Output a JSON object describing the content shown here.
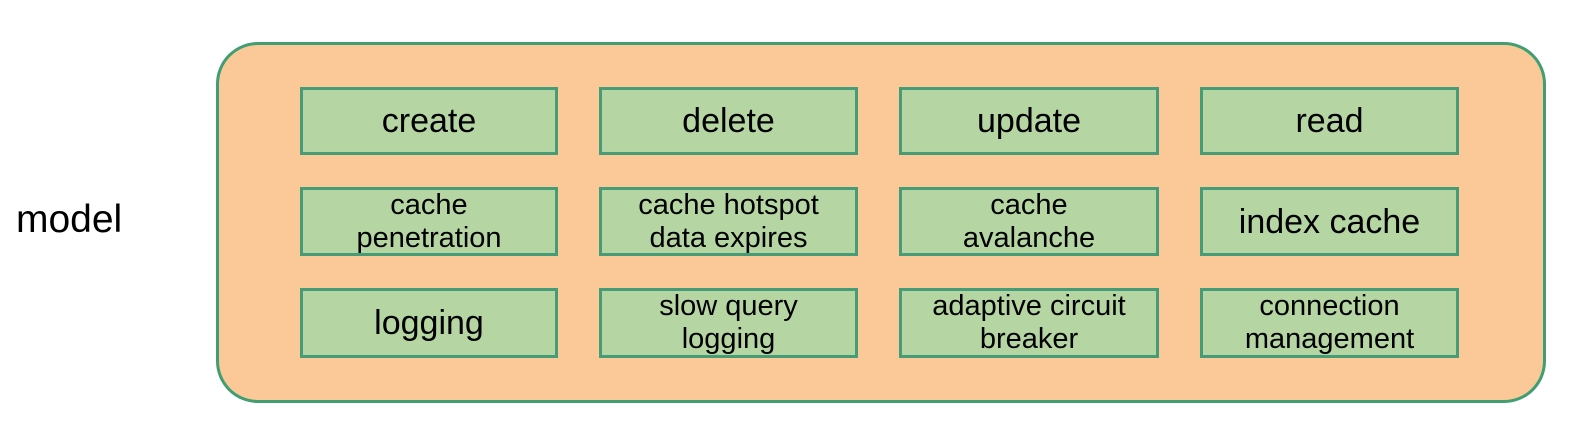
{
  "diagram": {
    "side_label": "model",
    "colors": {
      "group_fill": "#fbc997",
      "group_border": "#3f9e72",
      "cell_fill": "#b5d6a3",
      "cell_border": "#469c76",
      "text": "#000000",
      "canvas": "#ffffff"
    },
    "grid": {
      "rows": 3,
      "columns": 4,
      "cells": [
        {
          "label": "create",
          "lines": 1
        },
        {
          "label": "delete",
          "lines": 1
        },
        {
          "label": "update",
          "lines": 1
        },
        {
          "label": "read",
          "lines": 1
        },
        {
          "label": "cache\npenetration",
          "lines": 2
        },
        {
          "label": "cache hotspot\ndata expires",
          "lines": 2
        },
        {
          "label": "cache\navalanche",
          "lines": 2
        },
        {
          "label": "index cache",
          "lines": 1
        },
        {
          "label": "logging",
          "lines": 1
        },
        {
          "label": "slow query\nlogging",
          "lines": 2
        },
        {
          "label": "adaptive circuit\nbreaker",
          "lines": 2
        },
        {
          "label": "connection\nmanagement",
          "lines": 2
        }
      ]
    }
  }
}
